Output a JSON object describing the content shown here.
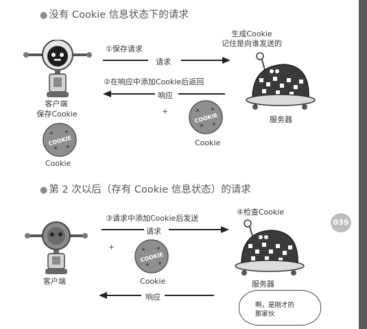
{
  "section1": {
    "heading": "没有 Cookie 信息状态下的请求",
    "step1": "①保存请求",
    "request": "请求",
    "server_note_line1": "生成Cookie",
    "server_note_line2": "记住是向谁发送的",
    "step2": "②在响应中添加Cookie后返回",
    "response": "响应",
    "client_label_line1": "客户端",
    "client_label_line2": "保存Cookie",
    "server_label": "服务器",
    "plus": "+",
    "cookie_label_right": "Cookie",
    "cookie_label_left": "Cookie"
  },
  "section2": {
    "heading": "第 2 次以后（存有 Cookie 信息状态）的请求",
    "step3": "③请求中添加Cookie后发送",
    "request": "请求",
    "step4": "④检查Cookie",
    "client_label": "客户端",
    "server_label": "服务器",
    "plus": "+",
    "cookie_label": "Cookie",
    "response": "响应",
    "bubble_line1": "啊，是刚才的",
    "bubble_line2": "那家伙"
  },
  "page_number": "039",
  "cookie_text": "COOKIE",
  "colors": {
    "cookie": "#8e8e8e",
    "robot_body": "#d9d9d9",
    "server_shell": "#3a3a3a",
    "sidebar": "#5a5a5a"
  }
}
